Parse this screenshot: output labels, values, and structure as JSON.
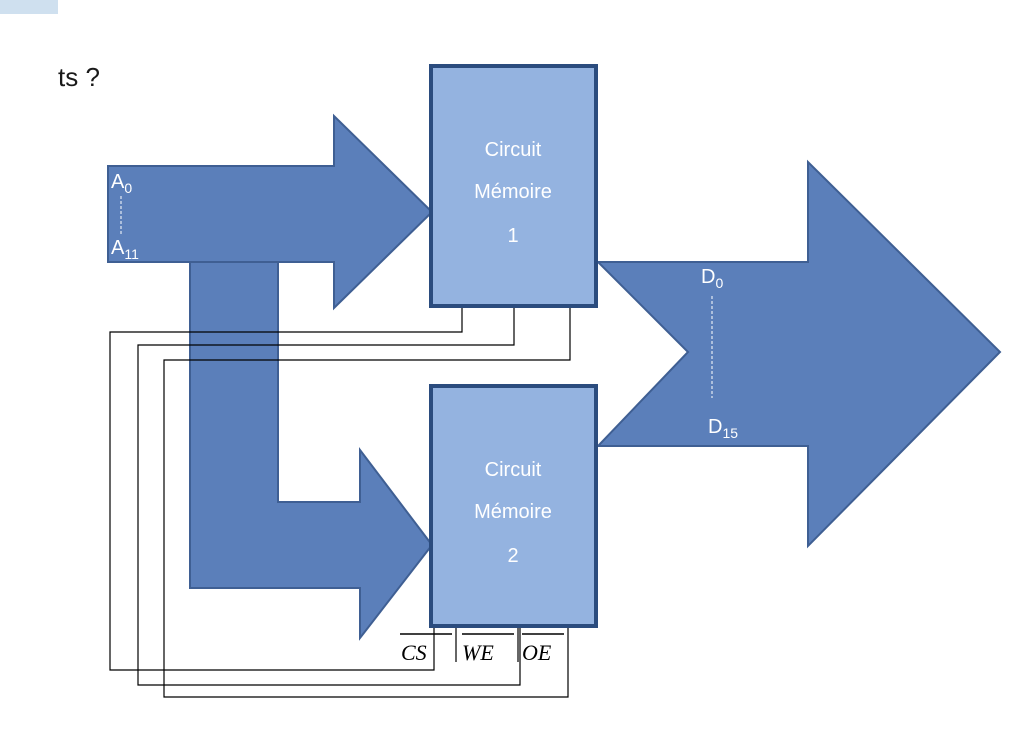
{
  "header": {
    "fragment": "ts ?"
  },
  "colors": {
    "arrow_fill": "#5b7fba",
    "arrow_stroke": "#3f5f93",
    "box_fill": "#94b3e0",
    "box_stroke": "#2b4c7e",
    "label_white": "#ffffff",
    "wire": "#000000"
  },
  "diagram": {
    "address_bus": {
      "start": "A",
      "start_sub": "0",
      "end": "A",
      "end_sub": "11"
    },
    "data_bus": {
      "start": "D",
      "start_sub": "0",
      "end": "D",
      "end_sub": "15"
    },
    "memory1": {
      "line1": "Circuit",
      "line2": "Mémoire",
      "line3": "1"
    },
    "memory2": {
      "line1": "Circuit",
      "line2": "Mémoire",
      "line3": "2"
    },
    "control_pins": [
      {
        "name": "CS",
        "overlined": true
      },
      {
        "name": "WE",
        "overlined": true
      },
      {
        "name": "OE",
        "overlined": true
      }
    ]
  }
}
